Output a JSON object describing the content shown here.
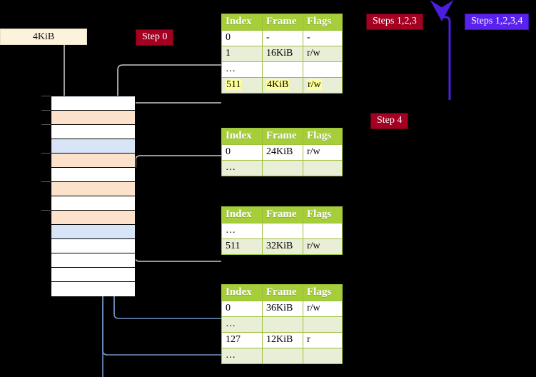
{
  "diagram": {
    "title": "page-table-walk",
    "memory_label": "4KiB",
    "badges": [
      {
        "id": "step0",
        "label": "Step 0",
        "color": "#a40022",
        "style": "red"
      },
      {
        "id": "step123",
        "label": "Steps 1,2,3",
        "color": "#a40022",
        "style": "red"
      },
      {
        "id": "step1234",
        "label": "Steps 1,2,3,4",
        "color": "#5a22ee",
        "style": "blue"
      },
      {
        "id": "step4",
        "label": "Step 4",
        "color": "#a40022",
        "style": "red"
      }
    ],
    "colors": {
      "header_green": "#a6ce39",
      "row_alt": "#e9eed6",
      "peach": "#fde2cb",
      "light_blue": "#d7e5f7",
      "highlight": "#ffff99",
      "wire_grey": "#b3b3b3",
      "wire_blue": "#6f94c4",
      "arrow_purple": "#5a22ee",
      "memory_label_bg": "#fdf3dc"
    },
    "memory_rows": [
      {
        "index": 0,
        "fill": "plain"
      },
      {
        "index": 1,
        "fill": "peach"
      },
      {
        "index": 2,
        "fill": "plain"
      },
      {
        "index": 3,
        "fill": "blue"
      },
      {
        "index": 4,
        "fill": "peach"
      },
      {
        "index": 5,
        "fill": "plain"
      },
      {
        "index": 6,
        "fill": "peach"
      },
      {
        "index": 7,
        "fill": "plain"
      },
      {
        "index": 8,
        "fill": "peach"
      },
      {
        "index": 9,
        "fill": "blue"
      },
      {
        "index": 10,
        "fill": "plain"
      },
      {
        "index": 11,
        "fill": "plain"
      },
      {
        "index": 12,
        "fill": "plain"
      },
      {
        "index": 13,
        "fill": "plain"
      }
    ],
    "columns": [
      "Index",
      "Frame",
      "Flags"
    ],
    "tables": [
      {
        "id": "table1",
        "rows": [
          {
            "index": "0",
            "frame": "-",
            "flags": "-",
            "alt": false,
            "highlight": false
          },
          {
            "index": "1",
            "frame": "16KiB",
            "flags": "r/w",
            "alt": true,
            "highlight": false
          },
          {
            "index": "…",
            "frame": "",
            "flags": "",
            "alt": false,
            "highlight": false
          },
          {
            "index": "511",
            "frame": "4KiB",
            "flags": "r/w",
            "alt": true,
            "highlight": true
          }
        ]
      },
      {
        "id": "table2",
        "rows": [
          {
            "index": "0",
            "frame": "24KiB",
            "flags": "r/w",
            "alt": false,
            "highlight": false
          },
          {
            "index": "…",
            "frame": "",
            "flags": "",
            "alt": true,
            "highlight": false
          }
        ]
      },
      {
        "id": "table3",
        "rows": [
          {
            "index": "…",
            "frame": "",
            "flags": "",
            "alt": false,
            "highlight": false
          },
          {
            "index": "511",
            "frame": "32KiB",
            "flags": "r/w",
            "alt": true,
            "highlight": false
          }
        ]
      },
      {
        "id": "table4",
        "rows": [
          {
            "index": "0",
            "frame": "36KiB",
            "flags": "r/w",
            "alt": false,
            "highlight": false
          },
          {
            "index": "…",
            "frame": "",
            "flags": "",
            "alt": true,
            "highlight": false
          },
          {
            "index": "127",
            "frame": "12KiB",
            "flags": "r",
            "alt": false,
            "highlight": false
          },
          {
            "index": "…",
            "frame": "",
            "flags": "",
            "alt": true,
            "highlight": false
          }
        ]
      }
    ]
  }
}
